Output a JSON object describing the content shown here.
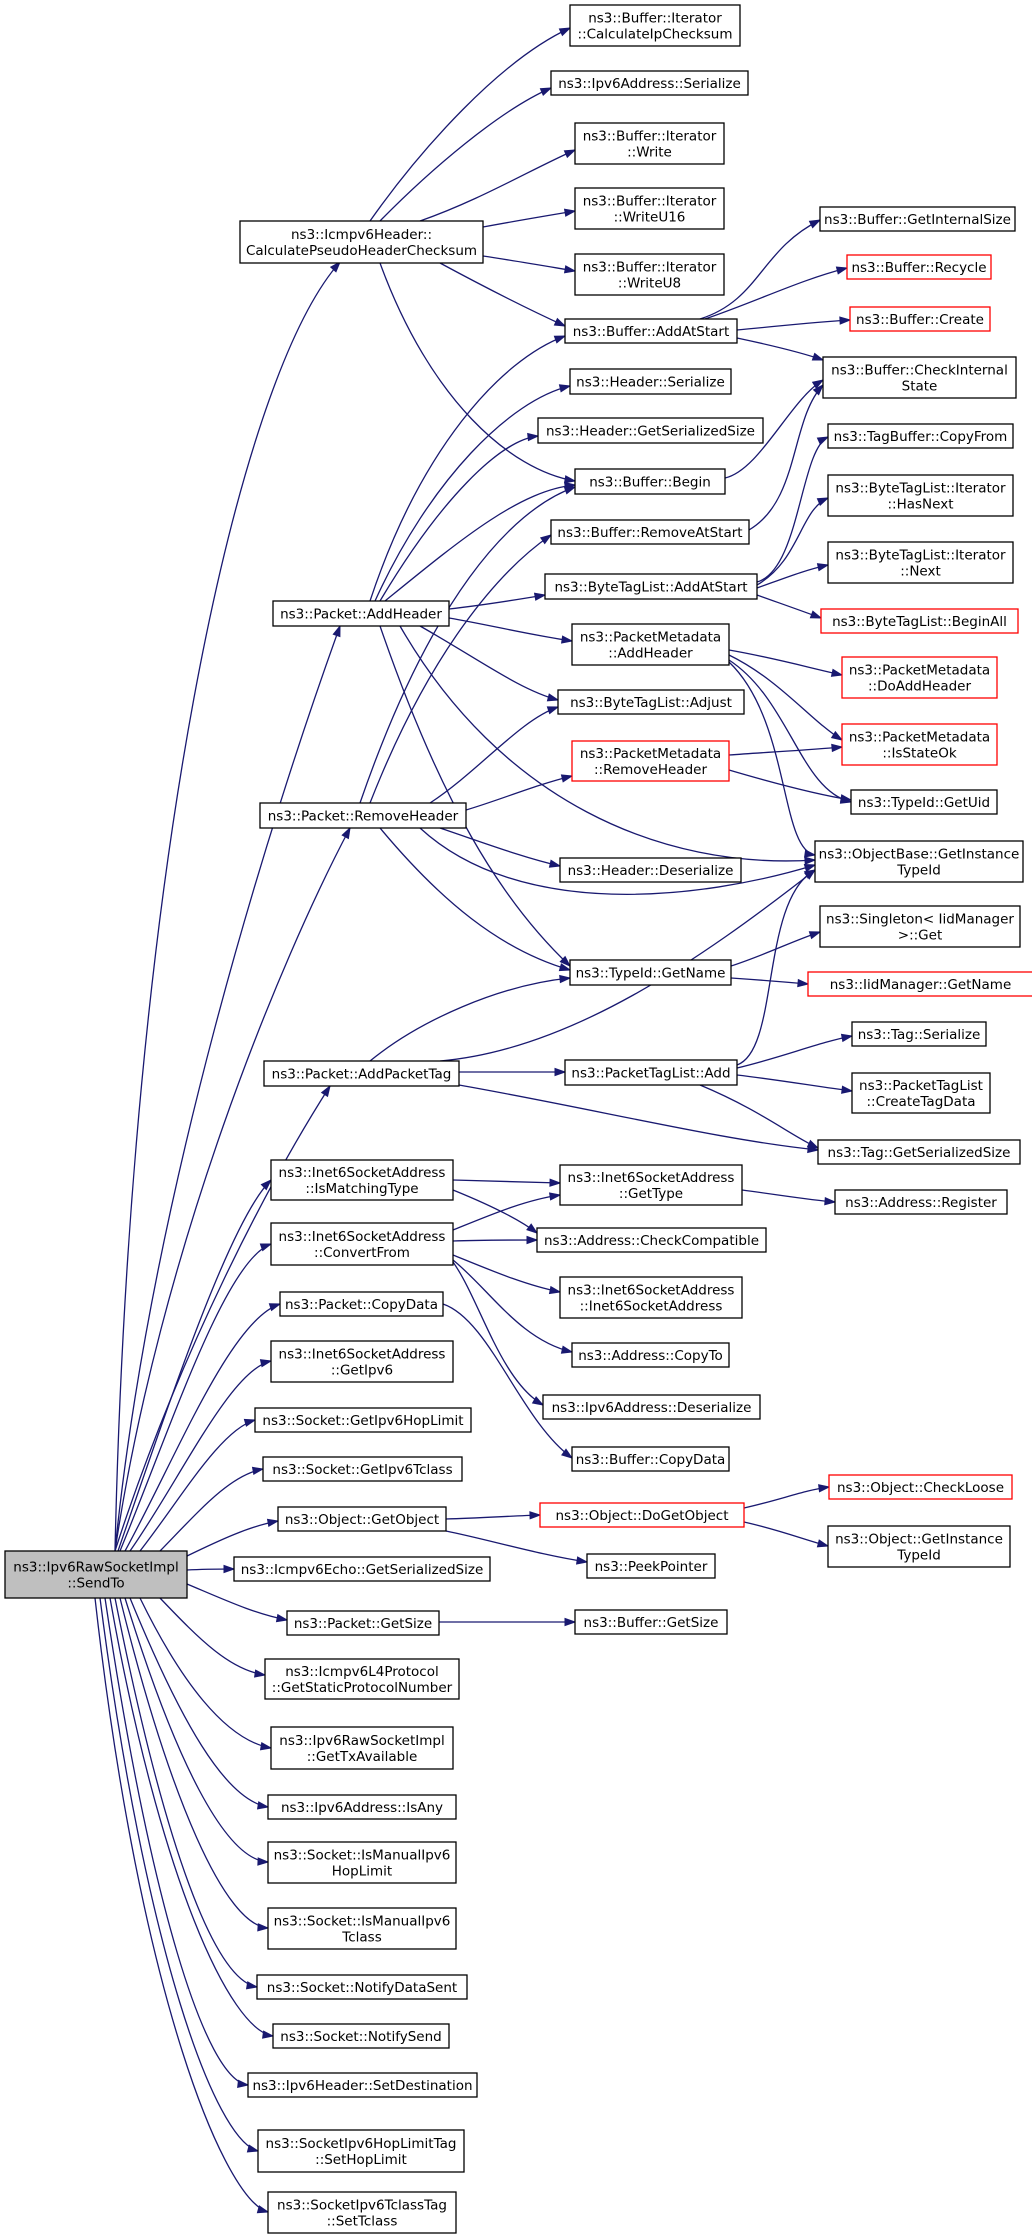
{
  "diagram": {
    "edge_color": "#191970",
    "highlight_border_color": "#ff0000",
    "root_fill_color": "#bfbfbf",
    "nodes": [
      {
        "id": "root",
        "lines": [
          "ns3::Ipv6RawSocketImpl",
          "::SendTo"
        ],
        "style": "root"
      },
      {
        "id": "icmp_csum",
        "lines": [
          "ns3::Icmpv6Header::",
          "CalculatePseudoHeaderChecksum"
        ]
      },
      {
        "id": "addheader",
        "lines": [
          "ns3::Packet::AddHeader"
        ]
      },
      {
        "id": "removeheader",
        "lines": [
          "ns3::Packet::RemoveHeader"
        ]
      },
      {
        "id": "addpackettag",
        "lines": [
          "ns3::Packet::AddPacketTag"
        ]
      },
      {
        "id": "ismatching",
        "lines": [
          "ns3::Inet6SocketAddress",
          "::IsMatchingType"
        ]
      },
      {
        "id": "convertfrom",
        "lines": [
          "ns3::Inet6SocketAddress",
          "::ConvertFrom"
        ]
      },
      {
        "id": "copydata",
        "lines": [
          "ns3::Packet::CopyData"
        ]
      },
      {
        "id": "getipv6",
        "lines": [
          "ns3::Inet6SocketAddress",
          "::GetIpv6"
        ]
      },
      {
        "id": "getipv6hoplimit",
        "lines": [
          "ns3::Socket::GetIpv6HopLimit"
        ]
      },
      {
        "id": "getipv6tclass",
        "lines": [
          "ns3::Socket::GetIpv6Tclass"
        ]
      },
      {
        "id": "getobject",
        "lines": [
          "ns3::Object::GetObject"
        ]
      },
      {
        "id": "echosize",
        "lines": [
          "ns3::Icmpv6Echo::GetSerializedSize"
        ]
      },
      {
        "id": "packetgetsize",
        "lines": [
          "ns3::Packet::GetSize"
        ]
      },
      {
        "id": "l4proto",
        "lines": [
          "ns3::Icmpv6L4Protocol",
          "::GetStaticProtocolNumber"
        ]
      },
      {
        "id": "gettx",
        "lines": [
          "ns3::Ipv6RawSocketImpl",
          "::GetTxAvailable"
        ]
      },
      {
        "id": "isany",
        "lines": [
          "ns3::Ipv6Address::IsAny"
        ]
      },
      {
        "id": "ismanualhop",
        "lines": [
          "ns3::Socket::IsManualIpv6",
          "HopLimit"
        ]
      },
      {
        "id": "ismanualtclass",
        "lines": [
          "ns3::Socket::IsManualIpv6",
          "Tclass"
        ]
      },
      {
        "id": "notifydatasent",
        "lines": [
          "ns3::Socket::NotifyDataSent"
        ]
      },
      {
        "id": "notifysend",
        "lines": [
          "ns3::Socket::NotifySend"
        ]
      },
      {
        "id": "setdest",
        "lines": [
          "ns3::Ipv6Header::SetDestination"
        ]
      },
      {
        "id": "sethoplimit",
        "lines": [
          "ns3::SocketIpv6HopLimitTag",
          "::SetHopLimit"
        ]
      },
      {
        "id": "settclass",
        "lines": [
          "ns3::SocketIpv6TclassTag",
          "::SetTclass"
        ]
      },
      {
        "id": "calcip",
        "lines": [
          "ns3::Buffer::Iterator",
          "::CalculateIpChecksum"
        ]
      },
      {
        "id": "ipv6ser",
        "lines": [
          "ns3::Ipv6Address::Serialize"
        ]
      },
      {
        "id": "itwrite",
        "lines": [
          "ns3::Buffer::Iterator",
          "::Write"
        ]
      },
      {
        "id": "itwriteu16",
        "lines": [
          "ns3::Buffer::Iterator",
          "::WriteU16"
        ]
      },
      {
        "id": "itwriteu8",
        "lines": [
          "ns3::Buffer::Iterator",
          "::WriteU8"
        ]
      },
      {
        "id": "addatstart",
        "lines": [
          "ns3::Buffer::AddAtStart"
        ]
      },
      {
        "id": "hdrser",
        "lines": [
          "ns3::Header::Serialize"
        ]
      },
      {
        "id": "hdrgetsize",
        "lines": [
          "ns3::Header::GetSerializedSize"
        ]
      },
      {
        "id": "begin",
        "lines": [
          "ns3::Buffer::Begin"
        ]
      },
      {
        "id": "removeatstart",
        "lines": [
          "ns3::Buffer::RemoveAtStart"
        ]
      },
      {
        "id": "btl_addatstart",
        "lines": [
          "ns3::ByteTagList::AddAtStart"
        ]
      },
      {
        "id": "pm_addheader",
        "lines": [
          "ns3::PacketMetadata",
          "::AddHeader"
        ]
      },
      {
        "id": "btl_adjust",
        "lines": [
          "ns3::ByteTagList::Adjust"
        ]
      },
      {
        "id": "pm_removeheader",
        "lines": [
          "ns3::PacketMetadata",
          "::RemoveHeader"
        ],
        "style": "red"
      },
      {
        "id": "hdrdeser",
        "lines": [
          "ns3::Header::Deserialize"
        ]
      },
      {
        "id": "typeid_getname",
        "lines": [
          "ns3::TypeId::GetName"
        ]
      },
      {
        "id": "ptl_add",
        "lines": [
          "ns3::PacketTagList::Add"
        ]
      },
      {
        "id": "i6_gettype",
        "lines": [
          "ns3::Inet6SocketAddress",
          "::GetType"
        ]
      },
      {
        "id": "checkcompat",
        "lines": [
          "ns3::Address::CheckCompatible"
        ]
      },
      {
        "id": "i6_ctor",
        "lines": [
          "ns3::Inet6SocketAddress",
          "::Inet6SocketAddress"
        ]
      },
      {
        "id": "addr_copyto",
        "lines": [
          "ns3::Address::CopyTo"
        ]
      },
      {
        "id": "ipv6deser",
        "lines": [
          "ns3::Ipv6Address::Deserialize"
        ]
      },
      {
        "id": "buf_copydata",
        "lines": [
          "ns3::Buffer::CopyData"
        ]
      },
      {
        "id": "dogetobject",
        "lines": [
          "ns3::Object::DoGetObject"
        ],
        "style": "red"
      },
      {
        "id": "peekpointer",
        "lines": [
          "ns3::PeekPointer"
        ]
      },
      {
        "id": "buf_getsize",
        "lines": [
          "ns3::Buffer::GetSize"
        ]
      },
      {
        "id": "getinternalsize",
        "lines": [
          "ns3::Buffer::GetInternalSize"
        ]
      },
      {
        "id": "recycle",
        "lines": [
          "ns3::Buffer::Recycle"
        ],
        "style": "red"
      },
      {
        "id": "create",
        "lines": [
          "ns3::Buffer::Create"
        ],
        "style": "red"
      },
      {
        "id": "checkinternal",
        "lines": [
          "ns3::Buffer::CheckInternal",
          "State"
        ]
      },
      {
        "id": "tagbuf_copyfrom",
        "lines": [
          "ns3::TagBuffer::CopyFrom"
        ]
      },
      {
        "id": "btl_hasnext",
        "lines": [
          "ns3::ByteTagList::Iterator",
          "::HasNext"
        ]
      },
      {
        "id": "btl_next",
        "lines": [
          "ns3::ByteTagList::Iterator",
          "::Next"
        ]
      },
      {
        "id": "btl_beginall",
        "lines": [
          "ns3::ByteTagList::BeginAll"
        ],
        "style": "red"
      },
      {
        "id": "pm_doaddheader",
        "lines": [
          "ns3::PacketMetadata",
          "::DoAddHeader"
        ],
        "style": "red"
      },
      {
        "id": "pm_isstateok",
        "lines": [
          "ns3::PacketMetadata",
          "::IsStateOk"
        ],
        "style": "red"
      },
      {
        "id": "typeid_getuid",
        "lines": [
          "ns3::TypeId::GetUid"
        ]
      },
      {
        "id": "objbase_getinst",
        "lines": [
          "ns3::ObjectBase::GetInstance",
          "TypeId"
        ]
      },
      {
        "id": "singleton_get",
        "lines": [
          "ns3::Singleton< IidManager",
          ">::Get"
        ]
      },
      {
        "id": "iid_getname",
        "lines": [
          "ns3::IidManager::GetName"
        ],
        "style": "red"
      },
      {
        "id": "tag_serialize",
        "lines": [
          "ns3::Tag::Serialize"
        ]
      },
      {
        "id": "ptl_createtag",
        "lines": [
          "ns3::PacketTagList",
          "::CreateTagData"
        ]
      },
      {
        "id": "tag_getsize",
        "lines": [
          "ns3::Tag::GetSerializedSize"
        ]
      },
      {
        "id": "addr_register",
        "lines": [
          "ns3::Address::Register"
        ]
      },
      {
        "id": "checkloose",
        "lines": [
          "ns3::Object::CheckLoose"
        ],
        "style": "red"
      },
      {
        "id": "obj_getinst",
        "lines": [
          "ns3::Object::GetInstance",
          "TypeId"
        ]
      }
    ]
  }
}
